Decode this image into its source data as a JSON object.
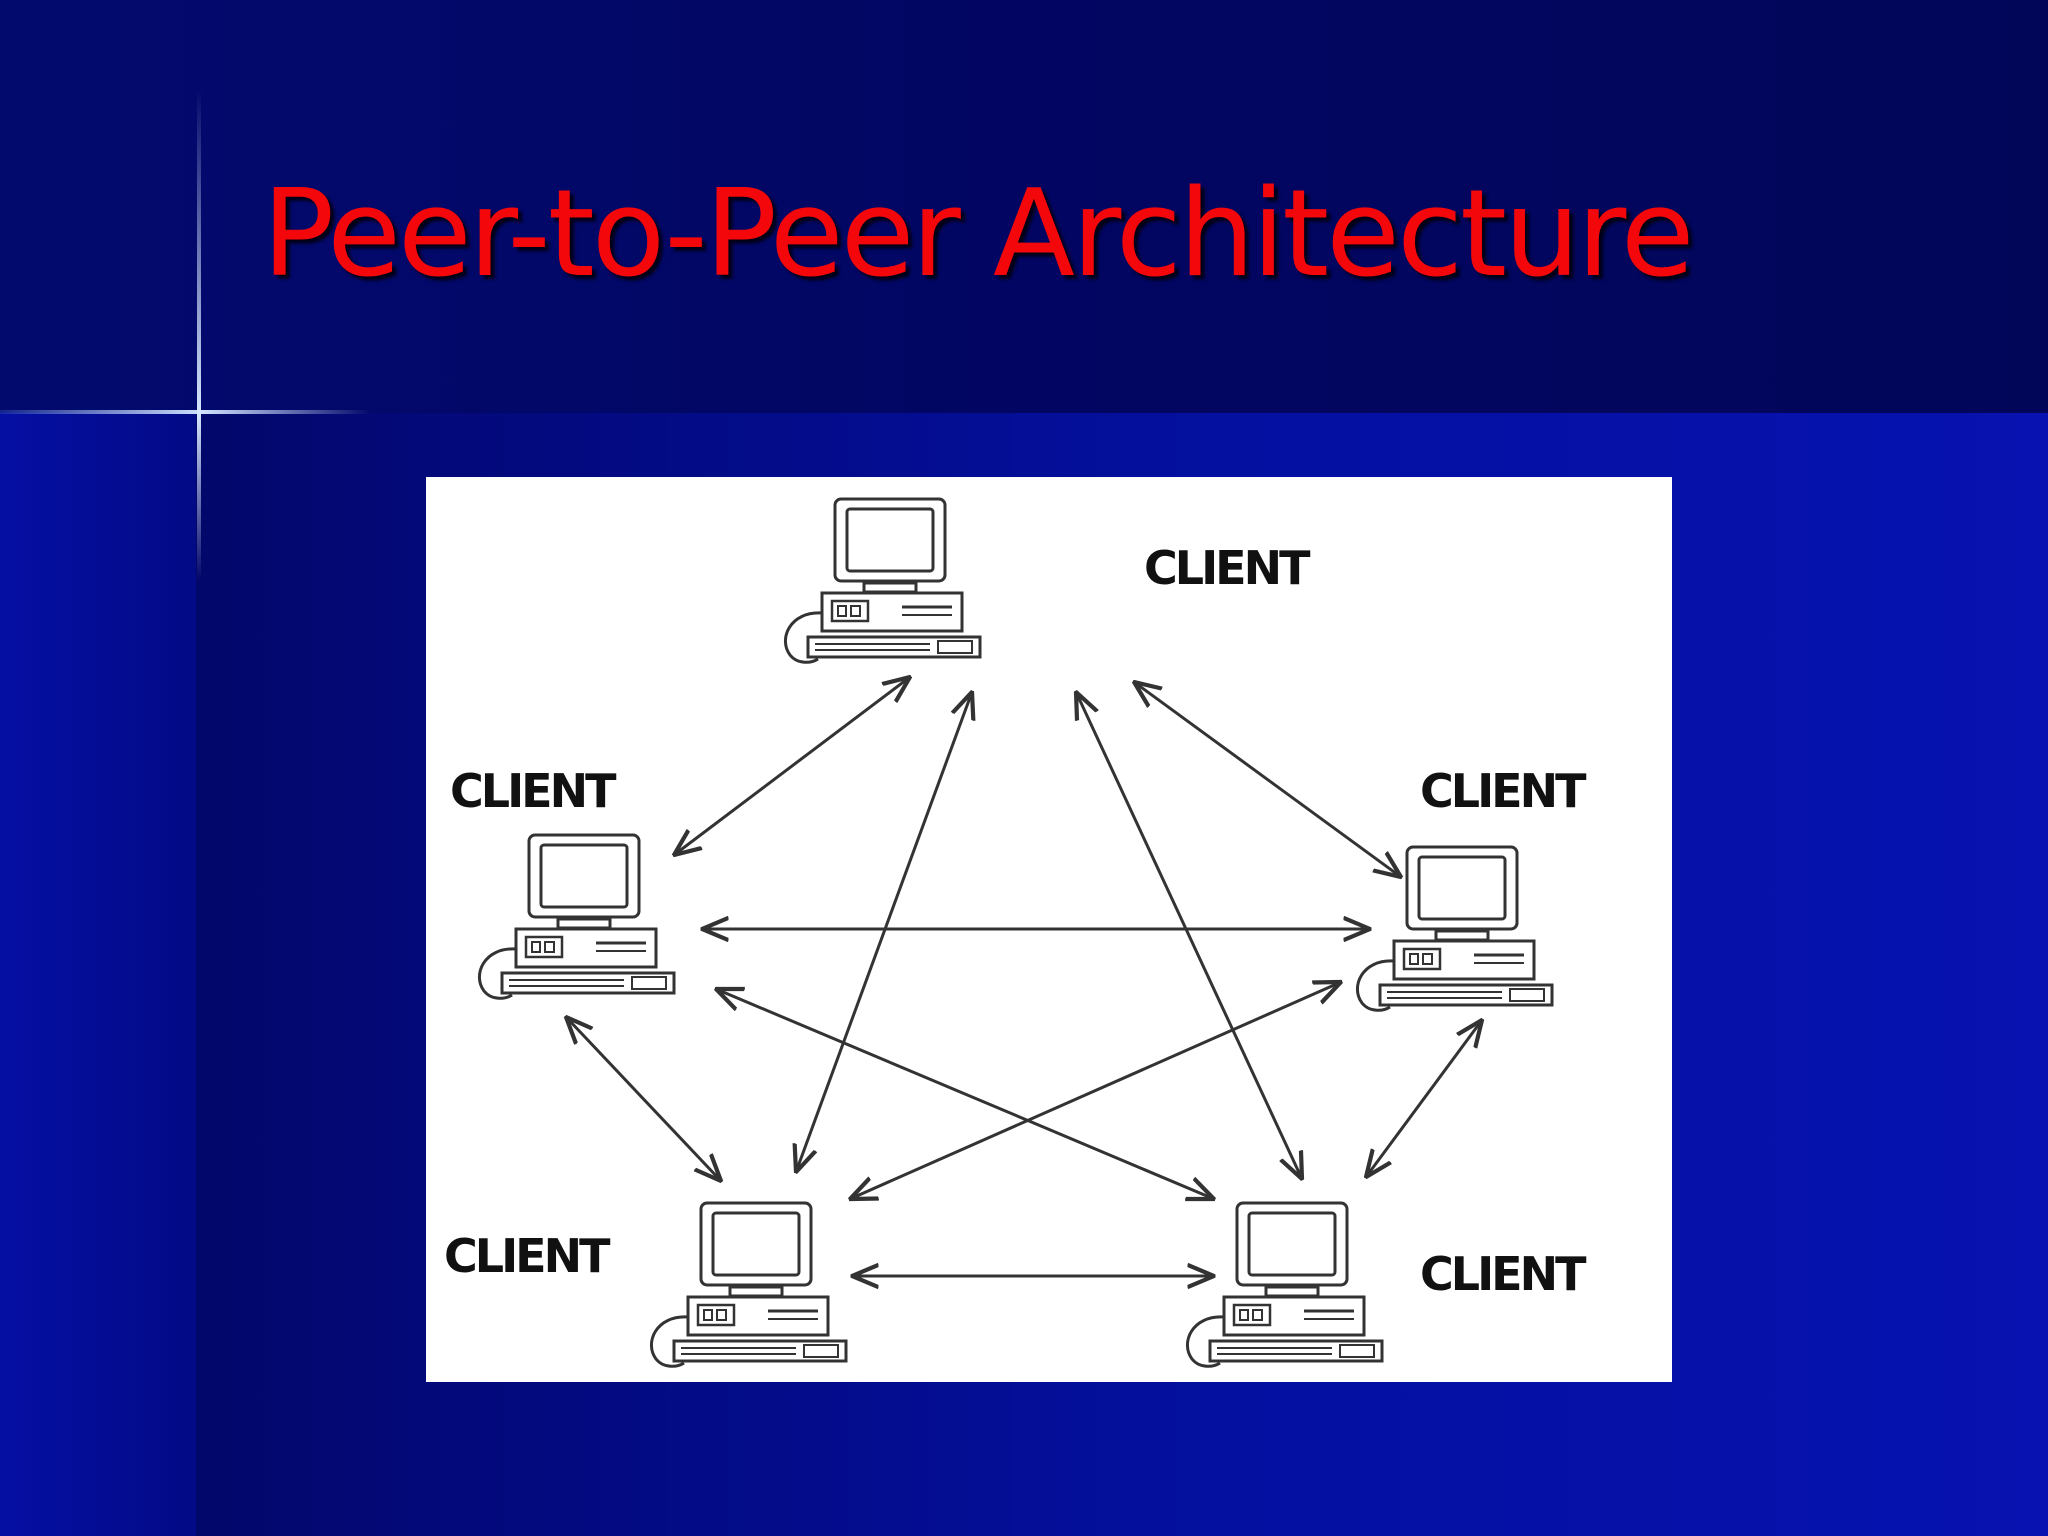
{
  "slide": {
    "title": "Peer-to-Peer Architecture"
  },
  "diagram": {
    "nodes": [
      {
        "id": "top",
        "label": "CLIENT",
        "icon": "computer-icon"
      },
      {
        "id": "left",
        "label": "CLIENT",
        "icon": "computer-icon"
      },
      {
        "id": "right",
        "label": "CLIENT",
        "icon": "computer-icon"
      },
      {
        "id": "bottom-left",
        "label": "CLIENT",
        "icon": "computer-icon"
      },
      {
        "id": "bottom-right",
        "label": "CLIENT",
        "icon": "computer-icon"
      }
    ],
    "edges": [
      {
        "from": "top",
        "to": "left",
        "type": "bidirectional"
      },
      {
        "from": "top",
        "to": "right",
        "type": "bidirectional"
      },
      {
        "from": "top",
        "to": "bottom-left",
        "type": "bidirectional"
      },
      {
        "from": "top",
        "to": "bottom-right",
        "type": "bidirectional"
      },
      {
        "from": "left",
        "to": "right",
        "type": "bidirectional"
      },
      {
        "from": "left",
        "to": "bottom-left",
        "type": "bidirectional"
      },
      {
        "from": "left",
        "to": "bottom-right",
        "type": "bidirectional"
      },
      {
        "from": "right",
        "to": "bottom-left",
        "type": "bidirectional"
      },
      {
        "from": "right",
        "to": "bottom-right",
        "type": "bidirectional"
      },
      {
        "from": "bottom-left",
        "to": "bottom-right",
        "type": "bidirectional"
      }
    ]
  },
  "colors": {
    "background": "#03097a",
    "title_band": "#020662",
    "title_text": "#f3070b",
    "diagram_background": "#ffffff",
    "diagram_ink": "#333333"
  }
}
